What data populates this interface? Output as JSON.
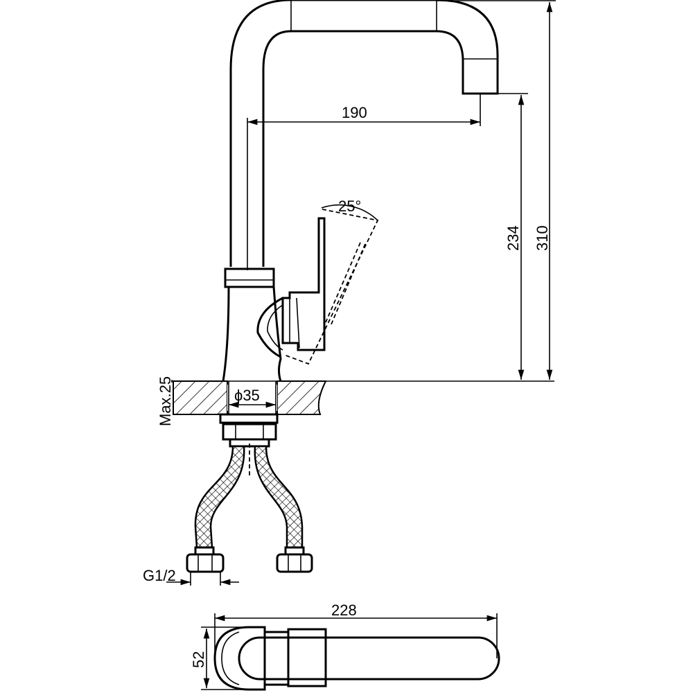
{
  "drawing": {
    "dimensions": {
      "spout_reach": "190",
      "handle_angle": "25°",
      "spout_height": "234",
      "total_height": "310",
      "max_counter_thickness": "Max.25",
      "hole_diameter": "ϕ35",
      "connection_thread": "G1/2",
      "total_length": "228",
      "base_width": "52"
    },
    "colors": {
      "line": "#000000",
      "background": "#ffffff"
    }
  }
}
